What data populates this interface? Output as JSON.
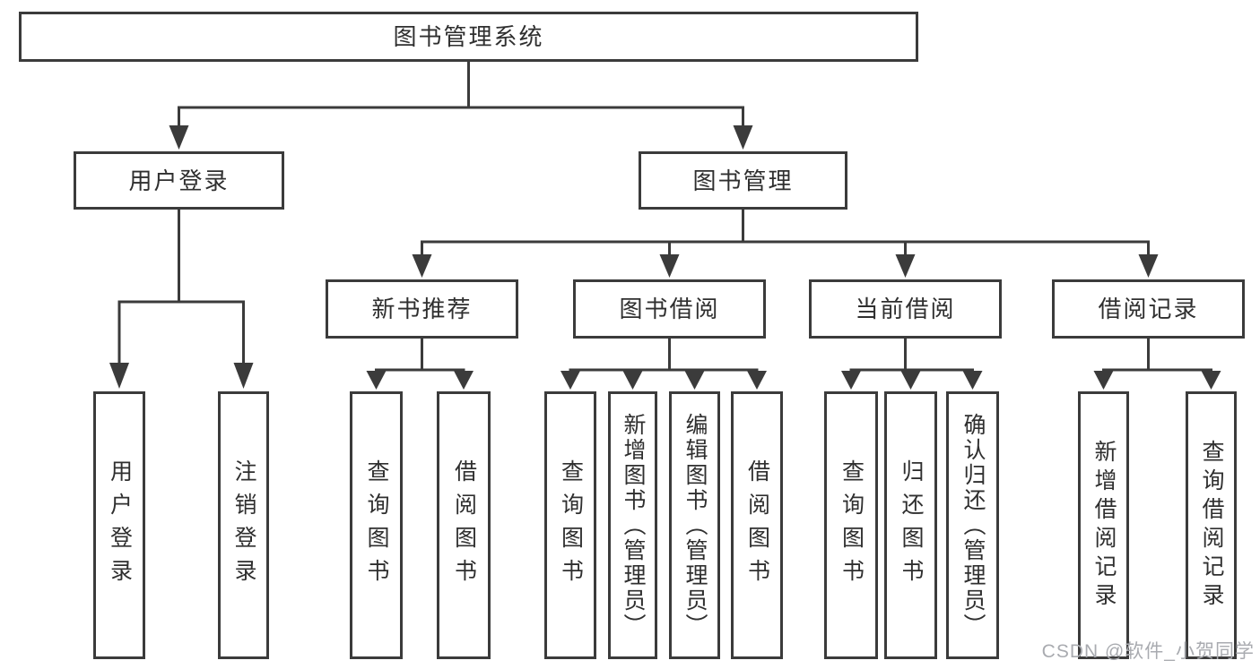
{
  "colors": {
    "line": "#3b3b3b",
    "text": "#2f2f2f",
    "watermark": "#a9abb0",
    "background": "#ffffff"
  },
  "watermark": "CSDN @软件_小贺同学",
  "tree": {
    "root": {
      "label": "图书管理系统",
      "children": [
        {
          "label": "用户登录",
          "children": [
            {
              "label": "用户登录"
            },
            {
              "label": "注销登录"
            }
          ]
        },
        {
          "label": "图书管理",
          "children": [
            {
              "label": "新书推荐",
              "children": [
                {
                  "label": "查询图书"
                },
                {
                  "label": "借阅图书"
                }
              ]
            },
            {
              "label": "图书借阅",
              "children": [
                {
                  "label": "查询图书"
                },
                {
                  "label": "新增图书（管理员）"
                },
                {
                  "label": "编辑图书（管理员）"
                },
                {
                  "label": "借阅图书"
                }
              ]
            },
            {
              "label": "当前借阅",
              "children": [
                {
                  "label": "查询图书"
                },
                {
                  "label": "归还图书"
                },
                {
                  "label": "确认归还（管理员）"
                }
              ]
            },
            {
              "label": "借阅记录",
              "children": [
                {
                  "label": "新增借阅记录"
                },
                {
                  "label": "查询借阅记录"
                }
              ]
            }
          ]
        }
      ]
    }
  }
}
